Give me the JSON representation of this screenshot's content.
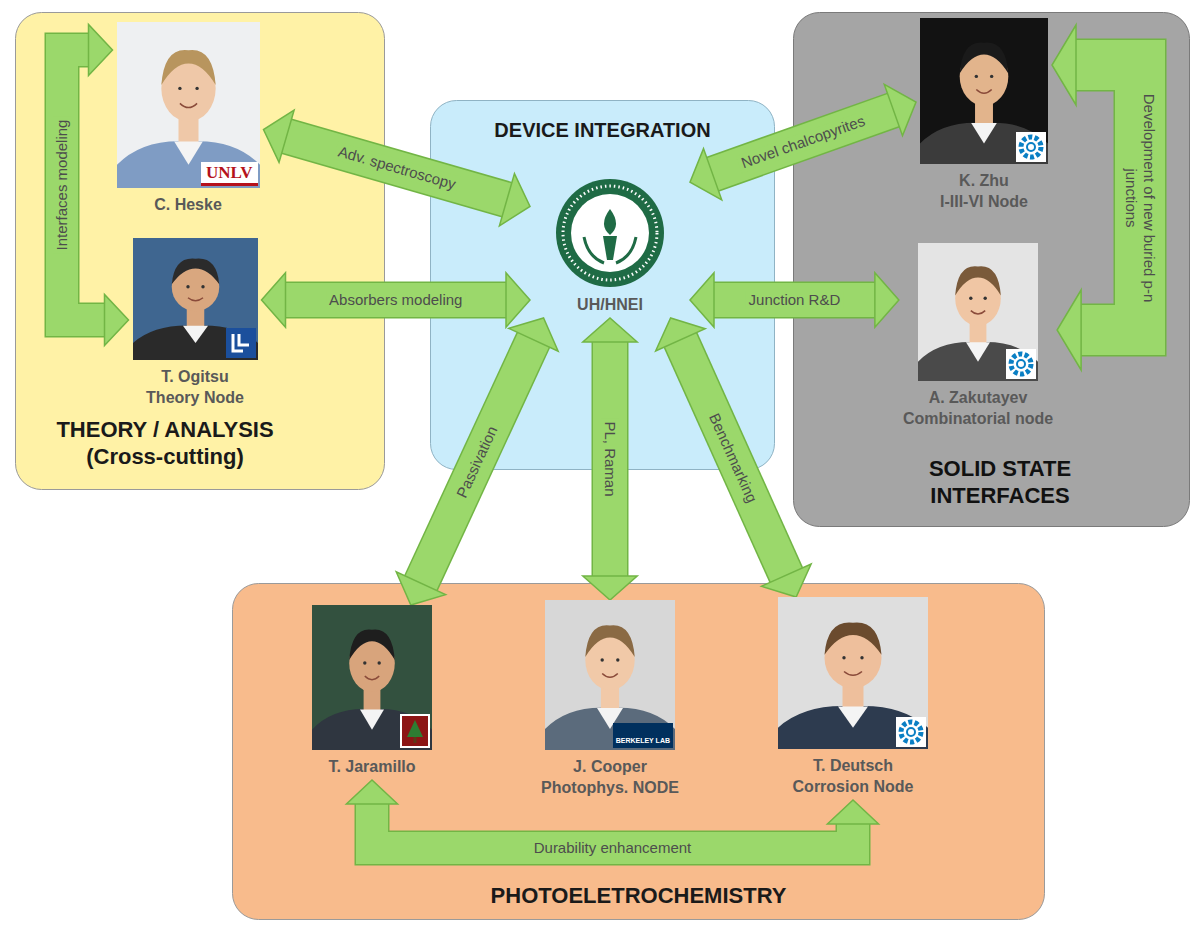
{
  "diagram": {
    "nodes": [
      {
        "text": [
          "THEORY / ANALYSIS (Cross-cutting)"
        ]
      },
      {
        "text": [
          "C. Heske"
        ],
        "in": 0
      },
      {
        "text": [
          "T. Ogitsu",
          "Theory Node"
        ],
        "in": 0
      },
      {
        "text": [
          "DEVICE INTEGRATION"
        ]
      },
      {
        "text": [
          "UH/HNEI"
        ],
        "in": 3
      },
      {
        "text": [
          "SOLID STATE INTERFACES"
        ]
      },
      {
        "text": [
          "K. Zhu",
          "I-III-VI Node"
        ],
        "in": 5
      },
      {
        "text": [
          "A. Zakutayev",
          "Combinatorial node"
        ],
        "in": 5
      },
      {
        "text": [
          "PHOTOELETROCHEMISTRY"
        ]
      },
      {
        "text": [
          "T. Jaramillo"
        ],
        "in": 8
      },
      {
        "text": [
          "J. Cooper",
          "Photophys. NODE"
        ],
        "in": 8
      },
      {
        "text": [
          "T. Deutsch",
          "Corrosion Node"
        ],
        "in": 8
      }
    ],
    "edges": [
      {
        "from": 1,
        "to": 2,
        "label": "Interfaces modeling",
        "arrow": "both"
      },
      {
        "from": 1,
        "to": 4,
        "label": "Adv. spectroscopy",
        "arrow": "both"
      },
      {
        "from": 2,
        "to": 4,
        "label": "Absorbers modeling",
        "arrow": "both"
      },
      {
        "from": 6,
        "to": 4,
        "label": "Novel chalcopyrites",
        "arrow": "both"
      },
      {
        "from": 7,
        "to": 4,
        "label": "Junction R&D",
        "arrow": "both"
      },
      {
        "from": 6,
        "to": 7,
        "label": "Development of new buried p-n junctions",
        "arrow": "both"
      },
      {
        "from": 9,
        "to": 4,
        "label": "Passivation",
        "arrow": "both"
      },
      {
        "from": 10,
        "to": 4,
        "label": "PL, Raman",
        "arrow": "both"
      },
      {
        "from": 11,
        "to": 4,
        "label": "Benchmarking",
        "arrow": "both"
      },
      {
        "from": 9,
        "to": 11,
        "label": "Durability enhancement",
        "arrow": "both"
      }
    ],
    "labels": [
      "UNLV",
      "BERKELEY LAB"
    ]
  }
}
